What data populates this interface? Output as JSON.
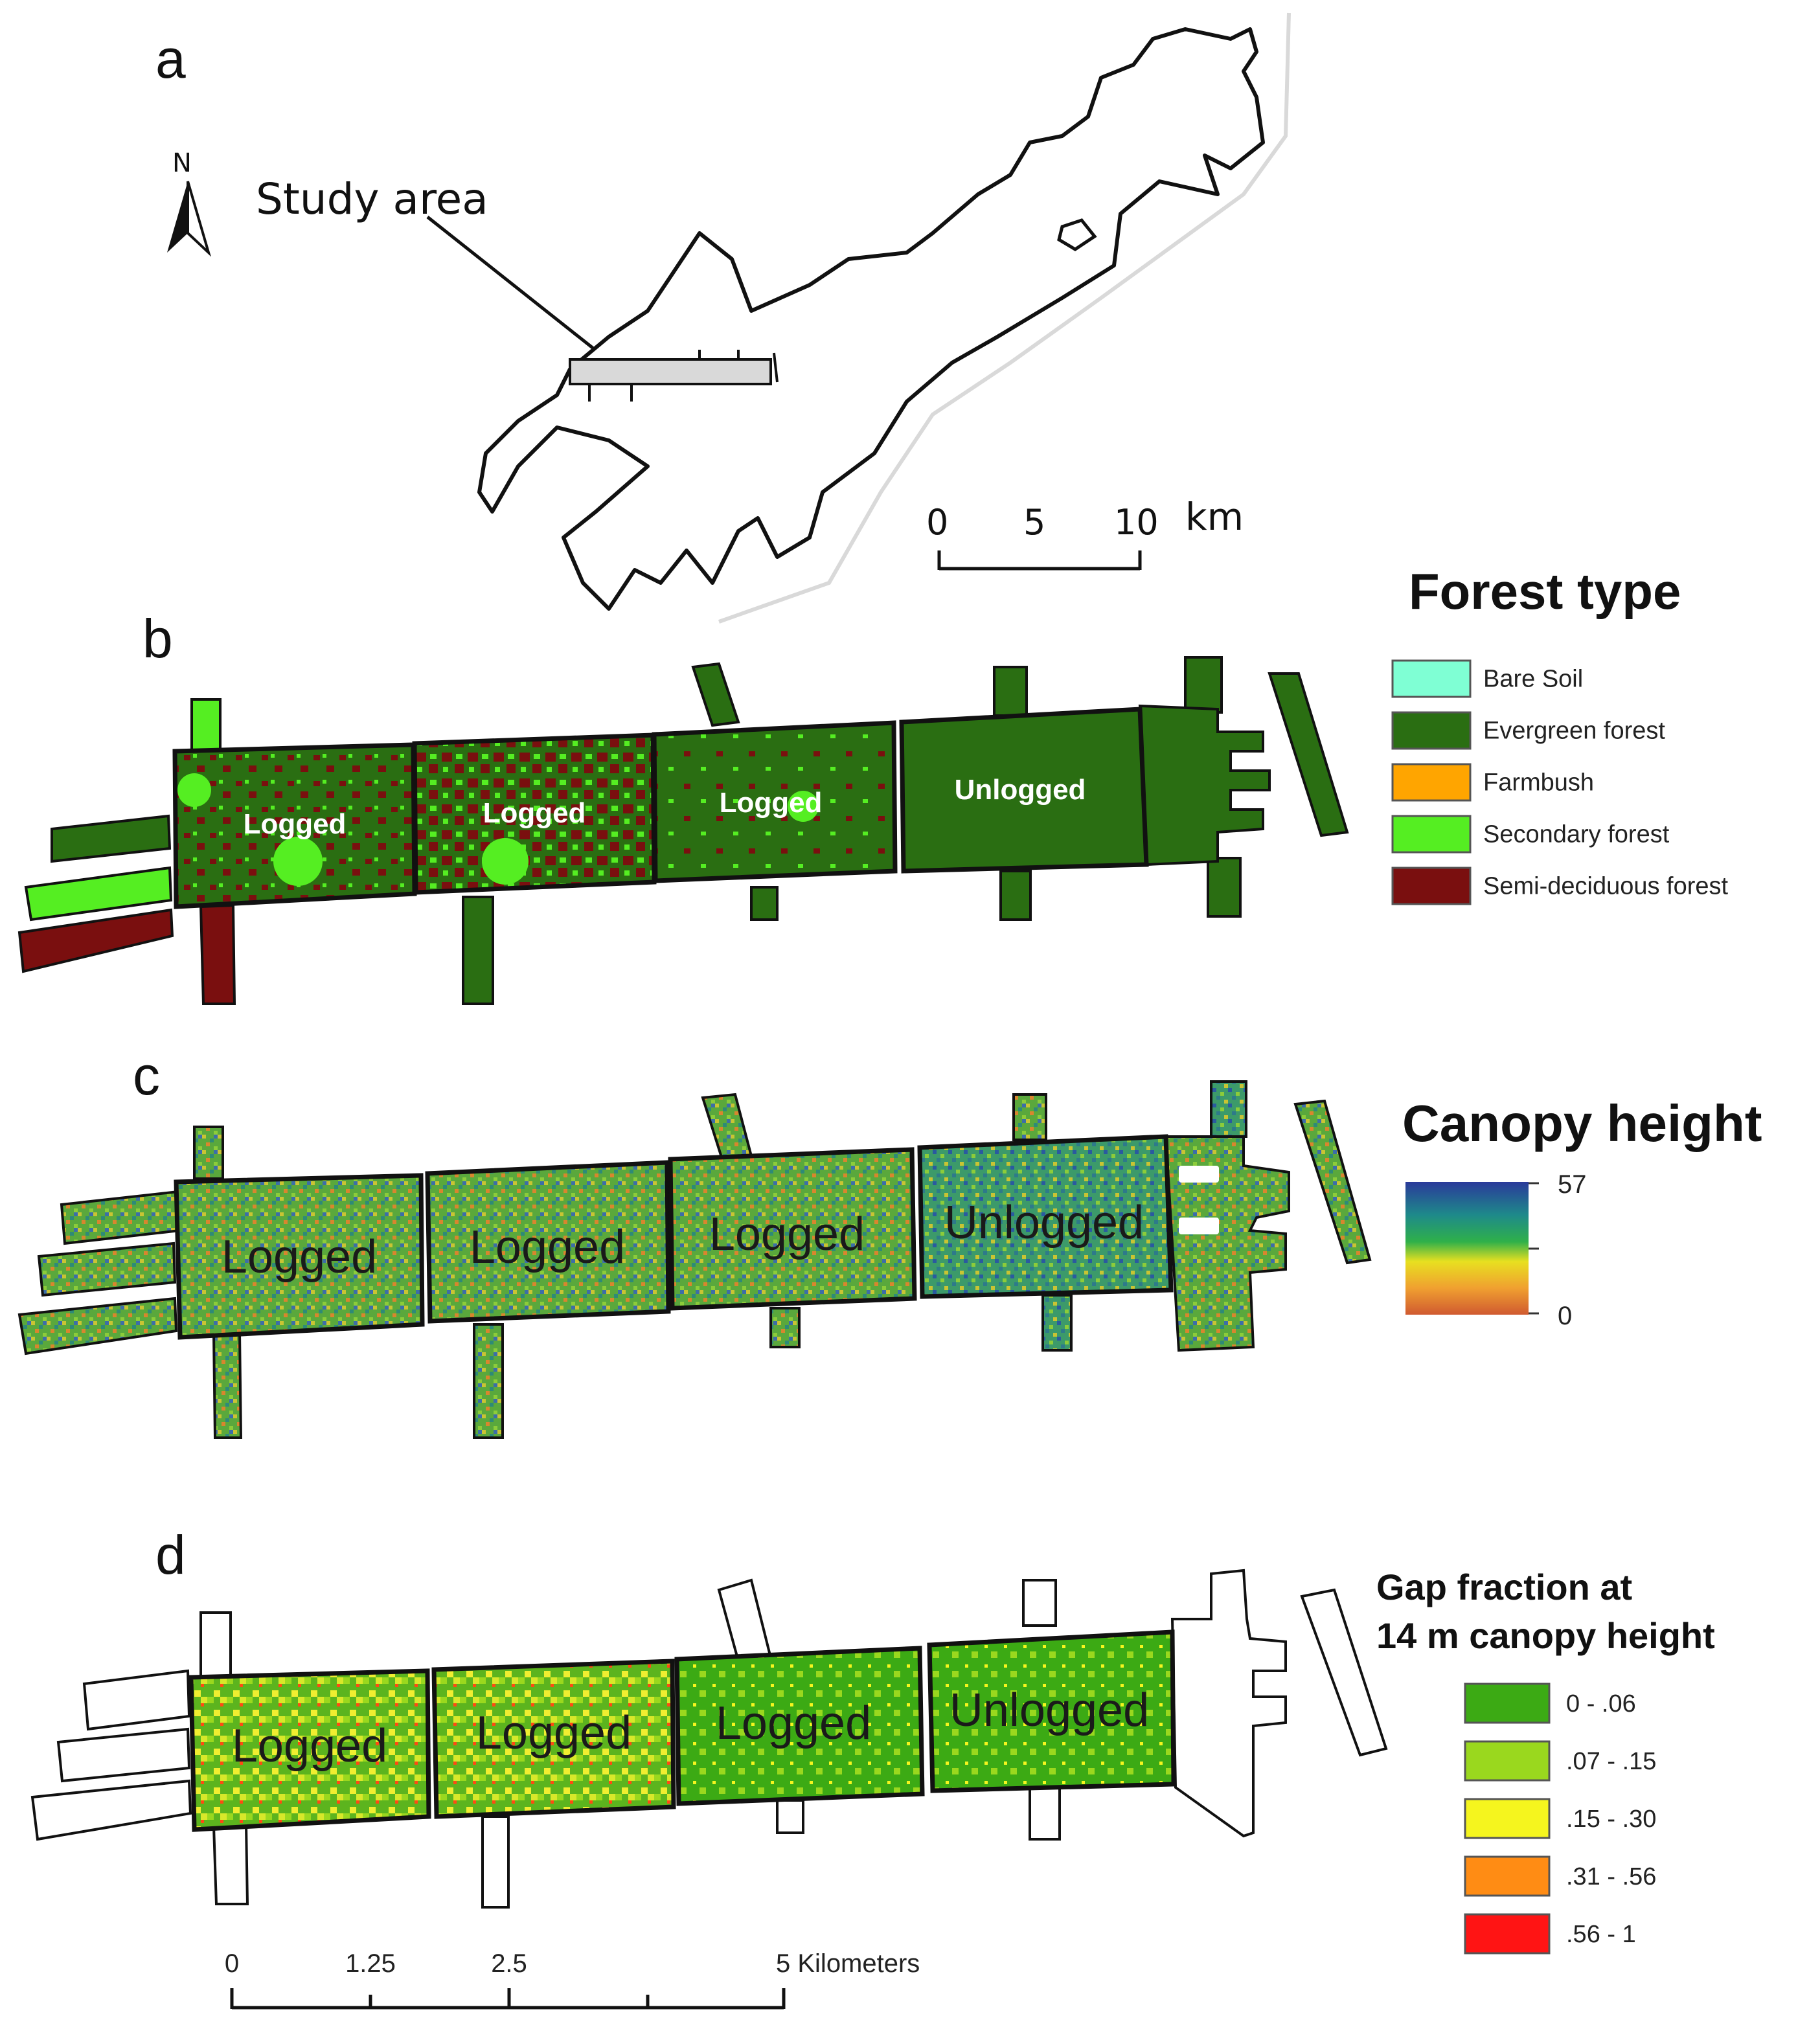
{
  "panels": {
    "a": {
      "label": "a",
      "north": "N",
      "study_area_label": "Study area",
      "scale": {
        "ticks": [
          "0",
          "5",
          "10"
        ],
        "unit": "km"
      }
    },
    "b": {
      "label": "b",
      "zones": [
        "Logged",
        "Logged",
        "Logged",
        "Unlogged"
      ],
      "legend": {
        "title": "Forest type",
        "items": [
          {
            "label": "Bare Soil",
            "color": "#7fffd4"
          },
          {
            "label": "Evergreen forest",
            "color": "#2a6e12"
          },
          {
            "label": "Farmbush",
            "color": "#ffa500"
          },
          {
            "label": "Secondary forest",
            "color": "#55ee22"
          },
          {
            "label": "Semi-deciduous forest",
            "color": "#7a0f0f"
          }
        ]
      }
    },
    "c": {
      "label": "c",
      "zones": [
        "Logged",
        "Logged",
        "Logged",
        "Unlogged"
      ],
      "legend": {
        "title": "Canopy height",
        "max": "57",
        "min": "0",
        "gradient": [
          "#2a3a9a",
          "#1e8a8a",
          "#2fb04a",
          "#e8e020",
          "#f0a030",
          "#d05a30"
        ]
      }
    },
    "d": {
      "label": "d",
      "zones": [
        "Logged",
        "Logged",
        "Logged",
        "Unlogged"
      ],
      "legend": {
        "title_line1": "Gap fraction at",
        "title_line2": "14 m canopy height",
        "items": [
          {
            "label": "0 - .06",
            "color": "#3caa14"
          },
          {
            "label": ".07 - .15",
            "color": "#9ad81e"
          },
          {
            "label": ".15 - .30",
            "color": "#f5f51e"
          },
          {
            "label": ".31 - .56",
            "color": "#ff8c14"
          },
          {
            "label": ".56 - 1",
            "color": "#ff1414"
          }
        ]
      },
      "scale": {
        "ticks": [
          "0",
          "1.25",
          "2.5",
          "5 Kilometers"
        ]
      }
    }
  }
}
